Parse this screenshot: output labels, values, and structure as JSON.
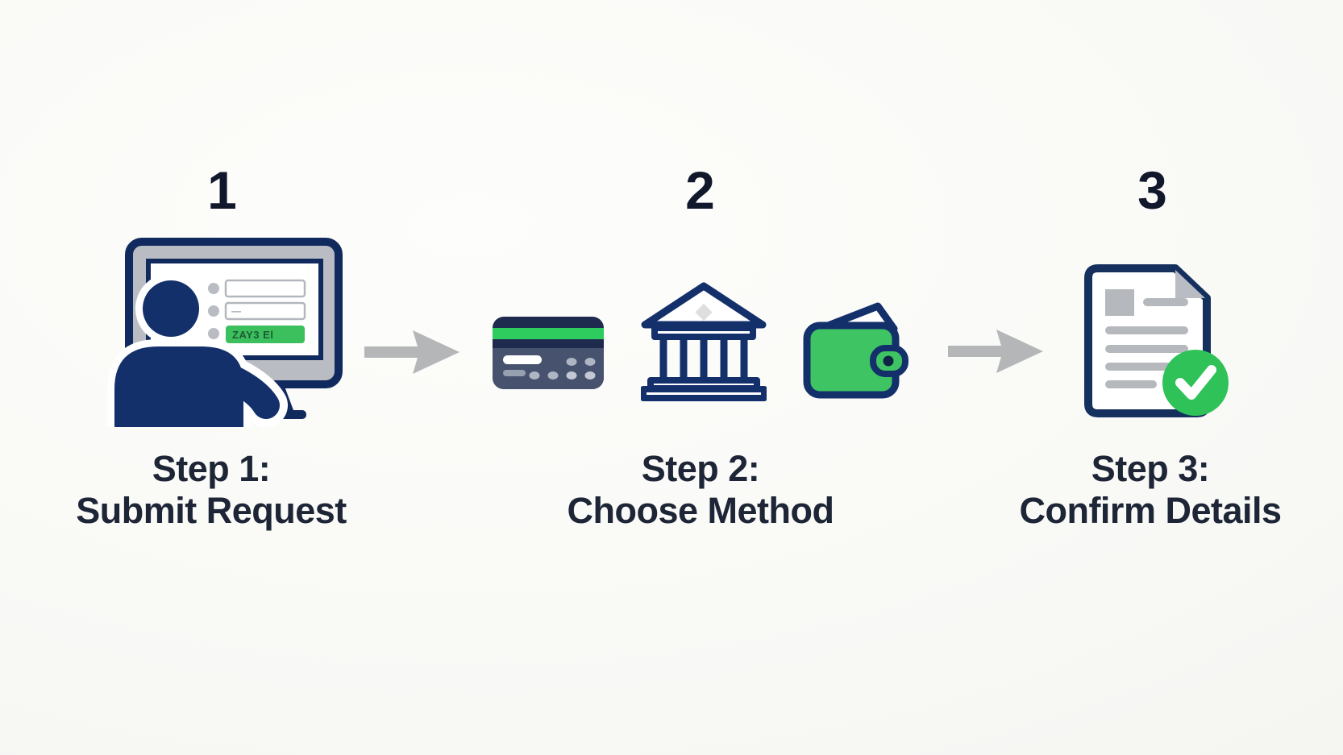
{
  "diagram": {
    "type": "process-flow",
    "step_count": 3,
    "steps": [
      {
        "number": "1",
        "line1": "Step 1:",
        "line2": "Submit Request",
        "icon": "person-submitting-form-on-computer"
      },
      {
        "number": "2",
        "line1": "Step 2:",
        "line2": "Choose Method",
        "icons": [
          "credit-card",
          "bank-building",
          "wallet"
        ]
      },
      {
        "number": "3",
        "line1": "Step 3:",
        "line2": "Confirm Details",
        "icon": "document-with-check"
      }
    ],
    "connectors": [
      "arrow-right",
      "arrow-right"
    ]
  },
  "step1_screen_form": {
    "field1_text": "",
    "field2_text": "—",
    "button_text": "ZAY3 El"
  },
  "icon_names": {
    "step1": "person-computer-form-icon",
    "step2": [
      "credit-card-icon",
      "bank-icon",
      "wallet-icon"
    ],
    "step3": "document-check-icon",
    "connector": "arrow-right-icon"
  },
  "colors": {
    "background": "#f7f7f4",
    "navy": "#14306b",
    "monitor_stroke": "#112a5e",
    "bezel_gray": "#b9bdc3",
    "form_button_green": "#3cc05e",
    "card_dark": "#1e2b4e",
    "card_slate": "#47536e",
    "card_stripe_green": "#2ecc5e",
    "wallet_green": "#3ec463",
    "check_green": "#2ec258",
    "doc_gray": "#b5b8bc",
    "arrow_gray": "#b4b6b8",
    "number_text": "#12182b",
    "label_text": "#1d2536"
  }
}
